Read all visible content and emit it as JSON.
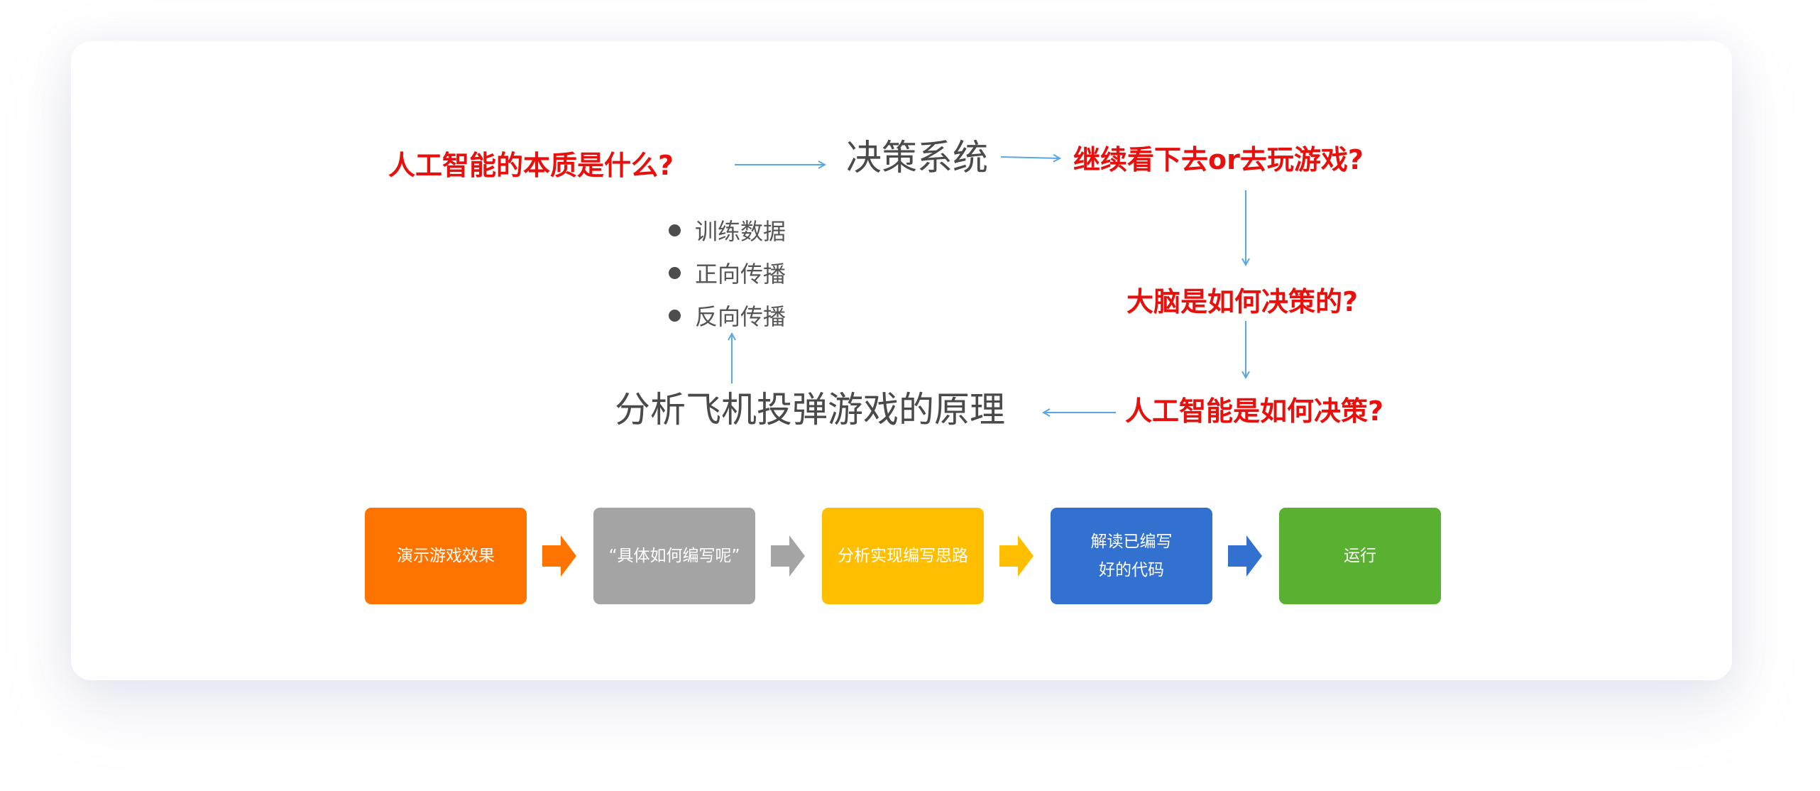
{
  "flow": {
    "question_ai_essence": "人工智能的本质是什么?",
    "decision_system": "决策系统",
    "question_continue": "继续看下去or去玩游戏?",
    "question_brain": "大脑是如何决策的?",
    "question_ai_decision": "人工智能是如何决策?",
    "game_principle": "分析飞机投弹游戏的原理"
  },
  "bullets": [
    "训练数据",
    "正向传播",
    "反向传播"
  ],
  "steps": [
    {
      "lines": [
        "演示游戏效果"
      ],
      "color": "#ff7300"
    },
    {
      "lines": [
        "“具体如何编写呢”"
      ],
      "color": "#a4a4a4"
    },
    {
      "lines": [
        "分析实现编写思路"
      ],
      "color": "#ffbf00"
    },
    {
      "lines": [
        "解读已编写",
        "好的代码"
      ],
      "color": "#3371d1"
    },
    {
      "lines": [
        "运行"
      ],
      "color": "#5ab031"
    }
  ],
  "colors": {
    "question_red": "#e8100d",
    "connector_blue": "#5aa7e3",
    "text_gray": "#4a4a4a"
  }
}
